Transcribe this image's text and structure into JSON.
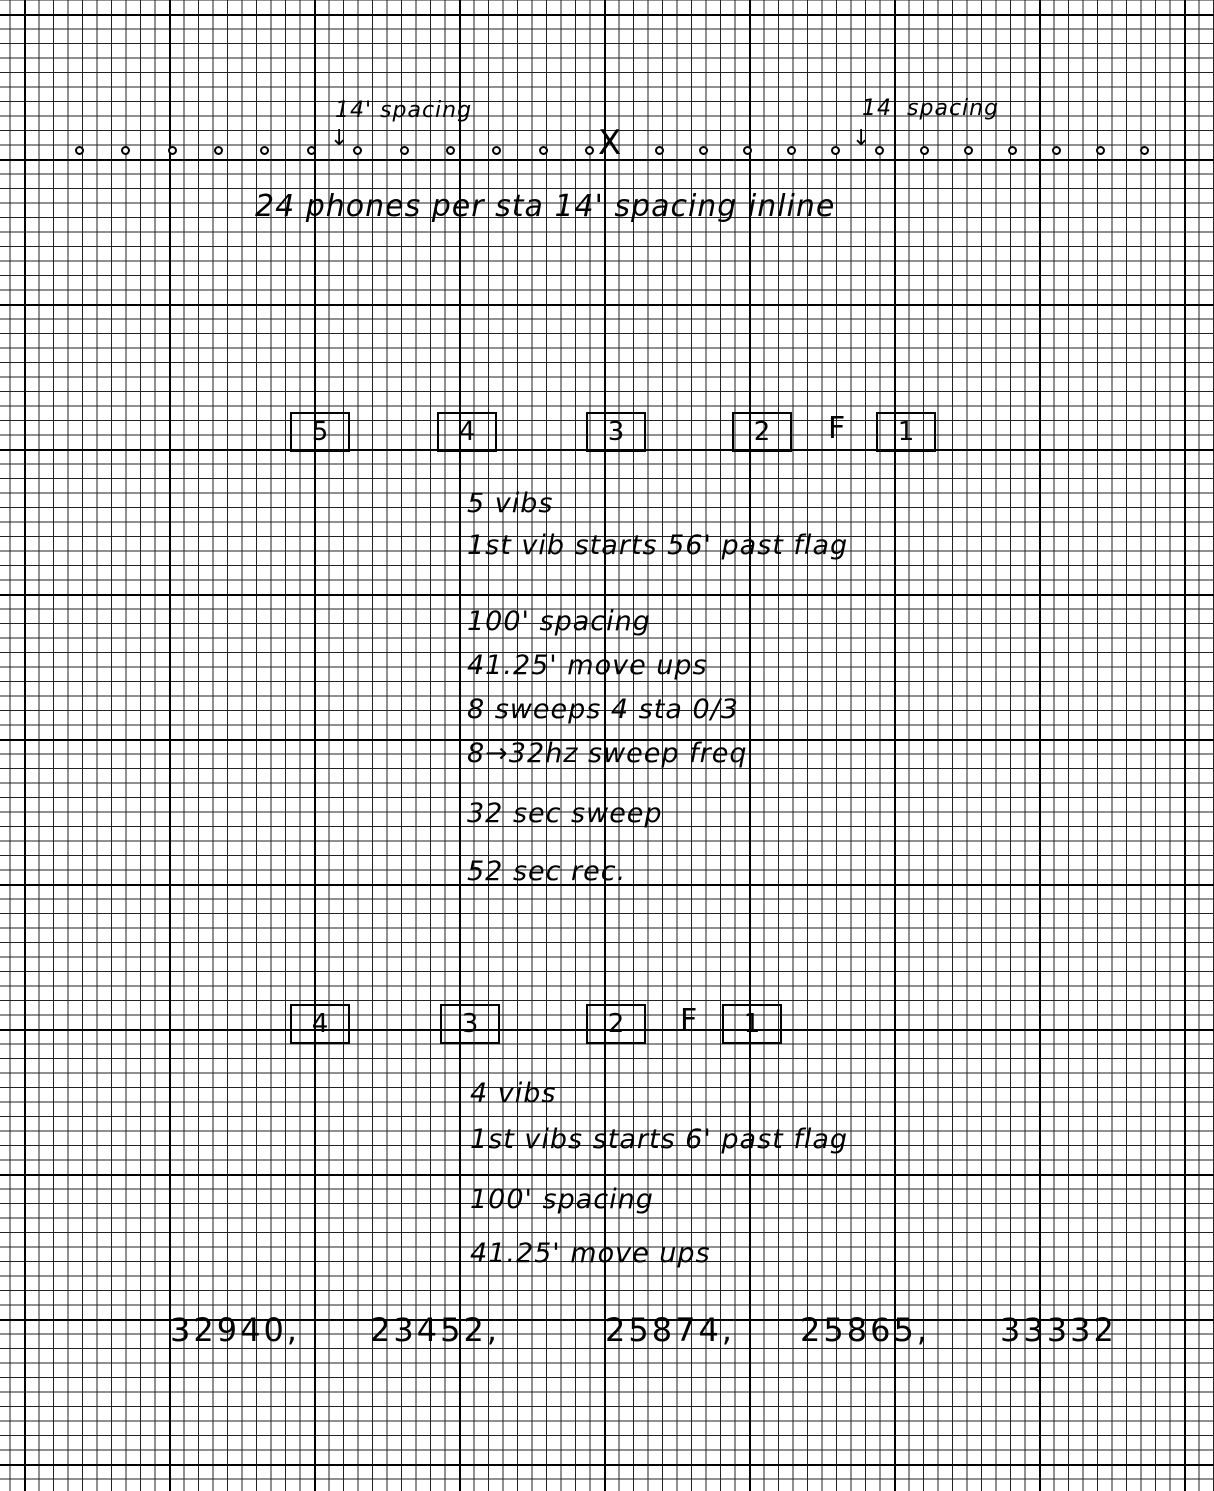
{
  "top": {
    "spacing_left": "14' spacing",
    "spacing_right": "14' spacing",
    "arrow": "↓",
    "center_mark": "X",
    "description": "24 phones per sta    14' spacing    inline"
  },
  "phones": [
    {
      "g": 1
    },
    {
      "g": 1
    },
    {
      "g": 1
    },
    {
      "g": 1
    },
    {
      "g": 1
    },
    {
      "g": 1
    },
    {
      "g": 1
    },
    {
      "g": 1
    },
    {
      "g": 1
    },
    {
      "g": 1
    },
    {
      "g": 1
    },
    {
      "g": 1
    },
    {
      "g": 2
    },
    {
      "g": 2
    },
    {
      "g": 2
    },
    {
      "g": 2
    },
    {
      "g": 2
    },
    {
      "g": 2
    },
    {
      "g": 2
    },
    {
      "g": 2
    },
    {
      "g": 2
    },
    {
      "g": 2
    },
    {
      "g": 2
    },
    {
      "g": 2
    }
  ],
  "layout_a": {
    "boxes": [
      "5",
      "4",
      "3",
      "2",
      "1"
    ],
    "flag": "F",
    "notes": [
      "5 vibs",
      "1st vib starts 56' past flag",
      "100' spacing",
      "41.25' move ups",
      "8 sweeps  4 sta 0/3",
      "8→32hz sweep freq",
      "32 sec sweep",
      "52 sec rec."
    ]
  },
  "layout_b": {
    "boxes": [
      "4",
      "3",
      "2",
      "1"
    ],
    "flag": "F",
    "notes": [
      "4 vibs",
      "1st vibs starts 6' past flag",
      "100' spacing",
      "41.25' move ups"
    ]
  },
  "readings": [
    "32940,",
    "23452,",
    "25874,",
    "25865,",
    "33332"
  ]
}
